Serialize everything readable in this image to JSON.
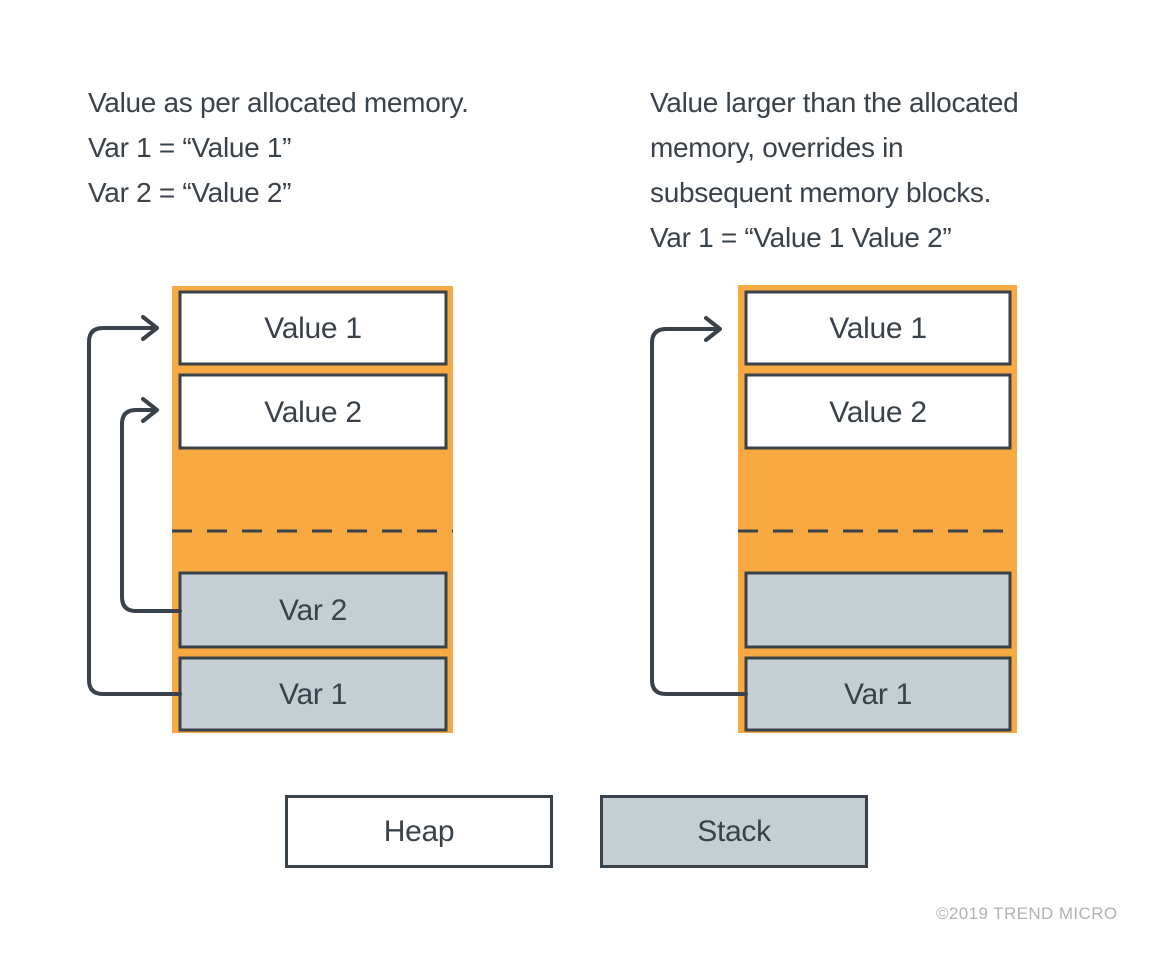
{
  "page": {
    "copyright": "©2019 TREND MICRO"
  },
  "colors": {
    "background": "#ffffff",
    "heap_fill": "#ffffff",
    "stack_fill": "#c4ced3",
    "memory_container_orange": "#f8a942",
    "line_and_text_dark": "#39424a",
    "copyright_gray": "#aeb3b7"
  },
  "left_panel": {
    "caption_lines": [
      "Value as per allocated memory.",
      "Var 1 = “Value 1”",
      "Var 2 = “Value 2”"
    ],
    "diagram": {
      "heap_blocks": [
        {
          "label": "Value 1"
        },
        {
          "label": "Value 2"
        }
      ],
      "stack_blocks": [
        {
          "label": "Var 2"
        },
        {
          "label": "Var 1"
        }
      ],
      "arrows": [
        {
          "from": "Var 1",
          "to": "Value 1"
        },
        {
          "from": "Var 2",
          "to": "Value 2"
        }
      ]
    }
  },
  "right_panel": {
    "caption_lines": [
      "Value larger than the allocated",
      "memory, overrides in",
      "subsequent memory blocks.",
      "Var 1 = “Value 1 Value 2”"
    ],
    "diagram": {
      "heap_blocks": [
        {
          "label": "Value 1"
        },
        {
          "label": "Value 2"
        }
      ],
      "stack_blocks": [
        {
          "label": ""
        },
        {
          "label": "Var 1"
        }
      ],
      "arrows": [
        {
          "from": "Var 1",
          "to": "Value 1"
        }
      ]
    }
  },
  "legend": {
    "heap_label": "Heap",
    "stack_label": "Stack"
  }
}
